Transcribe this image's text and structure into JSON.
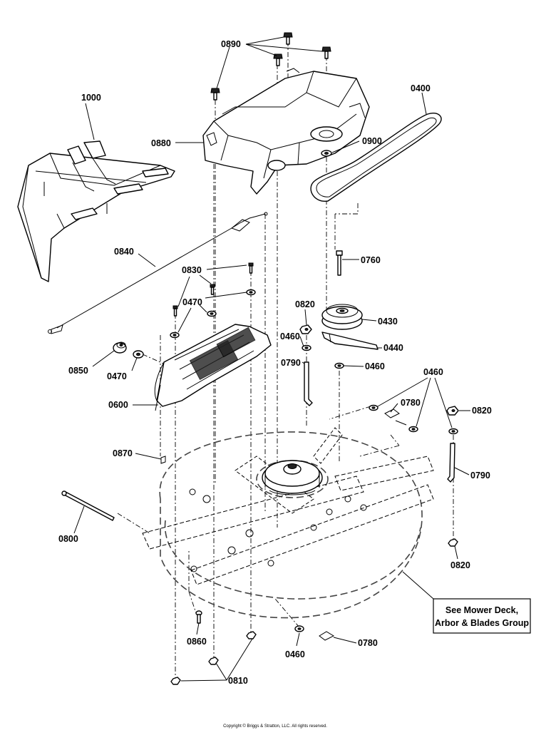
{
  "labels": {
    "p0890": "0890",
    "p1000": "1000",
    "p0880": "0880",
    "p0400": "0400",
    "p0900": "0900",
    "p0840": "0840",
    "p0830": "0830",
    "p0760": "0760",
    "p0470a": "0470",
    "p0820a": "0820",
    "p0430": "0430",
    "p0460a": "0460",
    "p0440": "0440",
    "p0850": "0850",
    "p0470b": "0470",
    "p0790a": "0790",
    "p0460b": "0460",
    "p0460c": "0460",
    "p0600": "0600",
    "p0780a": "0780",
    "p0820b": "0820",
    "p0870": "0870",
    "p0790b": "0790",
    "p0800": "0800",
    "p0820c": "0820",
    "p0860": "0860",
    "p0460d": "0460",
    "p0780b": "0780",
    "p0810": "0810"
  },
  "reference_box": {
    "line1": "See Mower Deck,",
    "line2": "Arbor & Blades Group"
  },
  "copyright": "Copyright © Briggs & Stratton, LLC. All rights reserved."
}
